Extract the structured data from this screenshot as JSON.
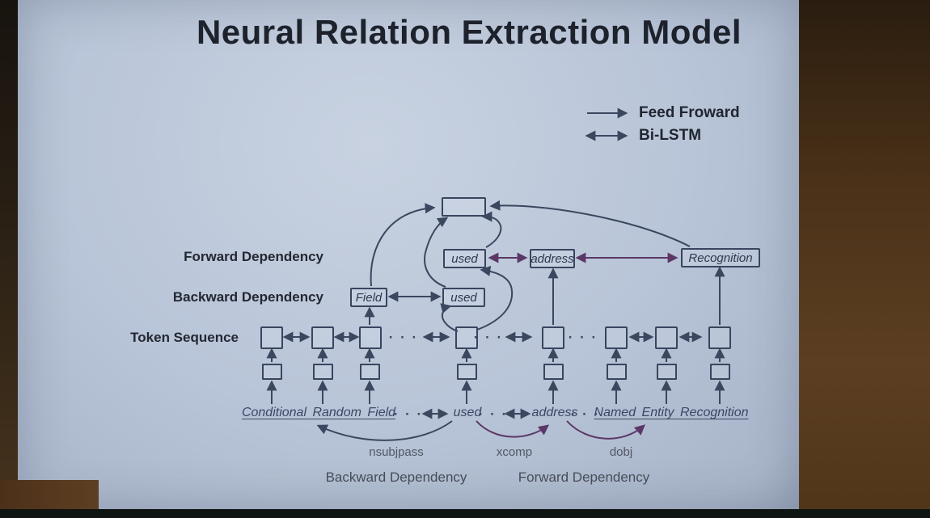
{
  "title": "Neural Relation Extraction Model",
  "legend": {
    "items": [
      {
        "icon": "right-arrow",
        "label": "Feed Froward"
      },
      {
        "icon": "double-arrow",
        "label": "Bi-LSTM"
      }
    ]
  },
  "row_labels": {
    "forward": "Forward Dependency",
    "backward": "Backward Dependency",
    "token": "Token Sequence"
  },
  "boxes": {
    "forward_used": "used",
    "forward_address": "address",
    "forward_recognition": "Recognition",
    "backward_field": "Field",
    "backward_used": "used"
  },
  "sentence": {
    "entity1": "Conditional Random Field",
    "word_used": "used",
    "word_address": "address",
    "entity2": "Named Entity Recognition",
    "ellipsis": "· · ·"
  },
  "dependency_arcs": {
    "nsubjpass": "nsubjpass",
    "xcomp": "xcomp",
    "dobj": "dobj"
  },
  "captions": {
    "backward": "Backward Dependency",
    "forward": "Forward Dependency"
  },
  "colors": {
    "line": "#3b475f",
    "dependency_arrow": "#5b3767",
    "slide_background": "#b9c5d8",
    "surround_wall": "#4a3118",
    "text": "#232832"
  }
}
